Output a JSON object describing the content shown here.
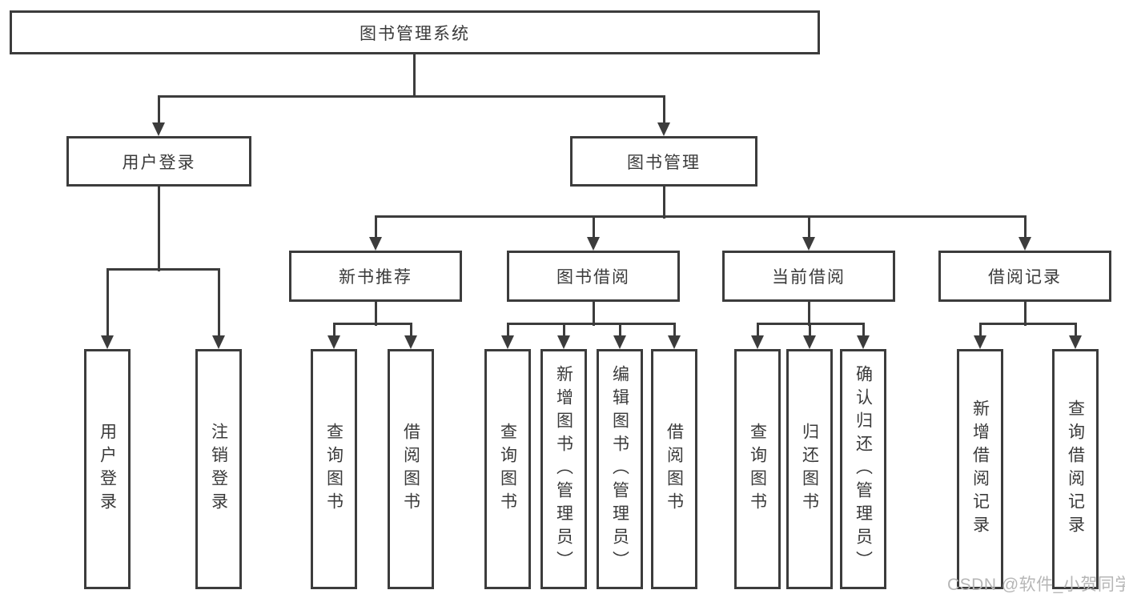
{
  "diagram": {
    "root": {
      "label": "图书管理系统"
    },
    "nodes": {
      "user_login": {
        "label": "用户登录",
        "children": [
          "用户登录",
          "注销登录"
        ]
      },
      "book_management": {
        "label": "图书管理"
      },
      "new_book_recommend": {
        "label": "新书推荐",
        "children": [
          "查询图书",
          "借阅图书"
        ]
      },
      "book_borrow": {
        "label": "图书借阅",
        "children": [
          "查询图书",
          "新增图书（管理员）",
          "编辑图书（管理员）",
          "借阅图书"
        ]
      },
      "current_borrow": {
        "label": "当前借阅",
        "children": [
          "查询图书",
          "归还图书",
          "确认归还（管理员）"
        ]
      },
      "borrow_records": {
        "label": "借阅记录",
        "children": [
          "新增借阅记录",
          "查询借阅记录"
        ]
      }
    }
  },
  "watermark": {
    "text": "CSDN @软件_小贺同学"
  },
  "colors": {
    "line": "#3c3c3c",
    "text": "#3a3a3a",
    "background": "#ffffff",
    "watermark": "#b6b6b6"
  }
}
